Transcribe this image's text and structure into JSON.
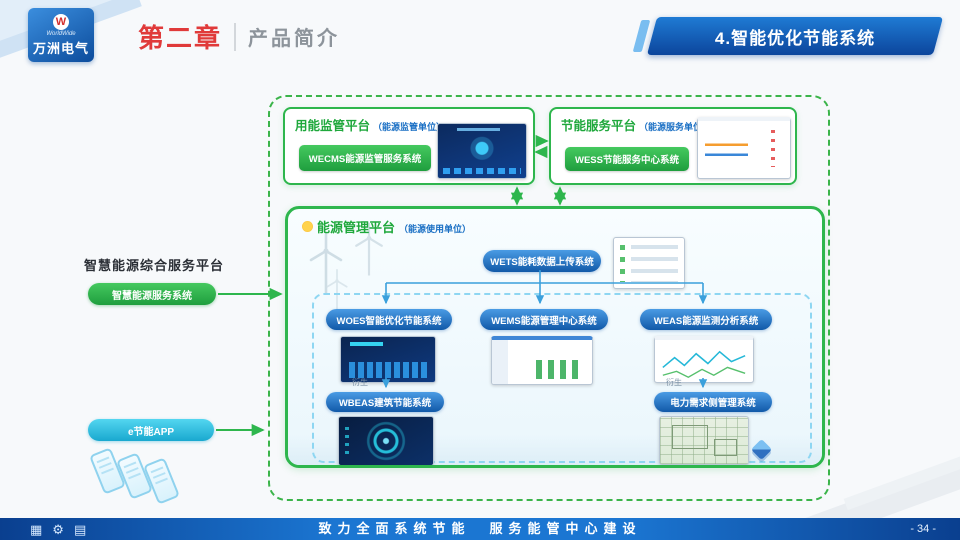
{
  "header": {
    "logo": {
      "letter": "W",
      "sub": "WorldWide",
      "brand": "万洲电气"
    },
    "chapter": "第二章",
    "subtitle": "产品简介",
    "banner": "4.智能优化节能系统"
  },
  "left": {
    "title": "智慧能源综合服务平台",
    "service_pill": "智慧能源服务系统",
    "app_pill": "e节能APP"
  },
  "diagram": {
    "supervision": {
      "title": "用能监管平台",
      "unit": "（能源监管单位）",
      "button": "WECMS能源监管服务系统"
    },
    "service": {
      "title": "节能服务平台",
      "unit": "（能源服务单位）",
      "button": "WESS节能服务中心系统"
    },
    "management": {
      "title": "能源管理平台",
      "unit": "（能源使用单位）",
      "upload": "WETS能耗数据上传系统",
      "col1": {
        "system": "WOES智能优化节能系统",
        "derived_label": "衍生",
        "derived": "WBEAS建筑节能系统"
      },
      "col2": {
        "system": "WEMS能源管理中心系统"
      },
      "col3": {
        "system": "WEAS能源监测分析系统",
        "derived_label": "衍生",
        "derived": "电力需求侧管理系统"
      }
    }
  },
  "footer": {
    "icons": [
      {
        "name": "grid-icon",
        "glyph": "▦"
      },
      {
        "name": "gear-icon",
        "glyph": "⚙"
      },
      {
        "name": "book-icon",
        "glyph": "▤"
      }
    ],
    "slogan": "致力全面系统节能　服务能管中心建设",
    "page": "- 34 -"
  },
  "colors": {
    "green": "#2eb64d",
    "blue": "#1a6fc4",
    "red": "#e03a3a",
    "banner_blue": "#0c459c",
    "cyan": "#35c6e8"
  }
}
